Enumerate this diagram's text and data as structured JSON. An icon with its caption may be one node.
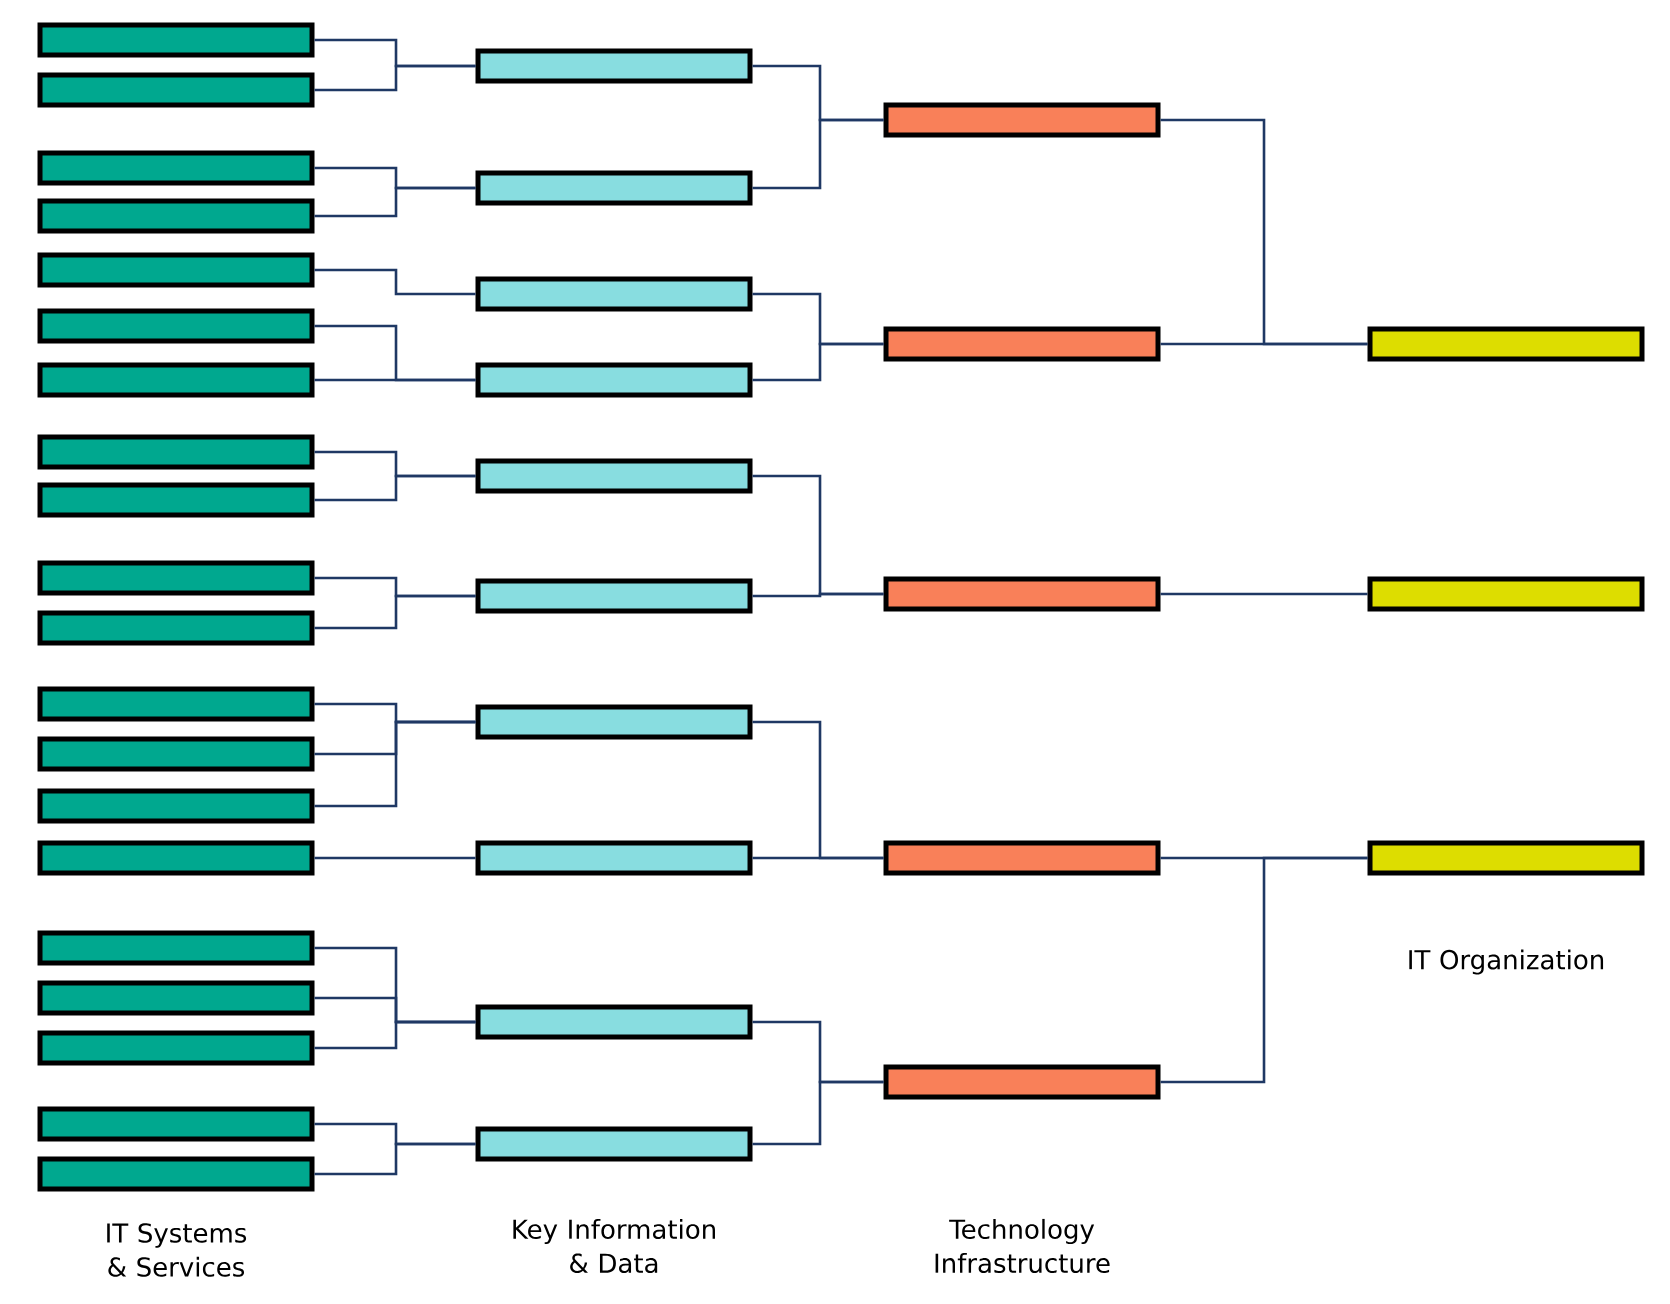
{
  "diagram": {
    "nodes": [
      {
        "text": [],
        "shape": "box"
      },
      {
        "text": [],
        "shape": "box"
      },
      {
        "text": [],
        "shape": "box"
      },
      {
        "text": [],
        "shape": "box"
      },
      {
        "text": [],
        "shape": "box"
      },
      {
        "text": [],
        "shape": "box"
      },
      {
        "text": [],
        "shape": "box"
      },
      {
        "text": [],
        "shape": "box"
      },
      {
        "text": [],
        "shape": "box"
      },
      {
        "text": [],
        "shape": "box"
      },
      {
        "text": [],
        "shape": "box"
      },
      {
        "text": [],
        "shape": "box"
      },
      {
        "text": [],
        "shape": "box"
      },
      {
        "text": [],
        "shape": "box"
      },
      {
        "text": [],
        "shape": "box"
      },
      {
        "text": [],
        "shape": "box"
      },
      {
        "text": [],
        "shape": "box"
      },
      {
        "text": [],
        "shape": "box"
      },
      {
        "text": [],
        "shape": "box"
      },
      {
        "text": [],
        "shape": "box"
      },
      {
        "text": [],
        "shape": "box"
      },
      {
        "text": [],
        "shape": "box"
      },
      {
        "text": [],
        "shape": "box"
      },
      {
        "text": [],
        "shape": "box"
      },
      {
        "text": [],
        "shape": "box"
      },
      {
        "text": [],
        "shape": "box"
      },
      {
        "text": [],
        "shape": "box"
      },
      {
        "text": [],
        "shape": "box"
      },
      {
        "text": [],
        "shape": "box"
      },
      {
        "text": [],
        "shape": "box"
      },
      {
        "text": [],
        "shape": "box"
      },
      {
        "text": [],
        "shape": "box"
      },
      {
        "text": [],
        "shape": "box"
      },
      {
        "text": [],
        "shape": "box"
      },
      {
        "text": [],
        "shape": "box"
      },
      {
        "text": [],
        "shape": "box"
      },
      {
        "text": [],
        "shape": "box"
      },
      {
        "text": [],
        "shape": "box"
      }
    ],
    "edges": [
      {
        "from": 0,
        "to": 20,
        "arrow": "none"
      },
      {
        "from": 1,
        "to": 20,
        "arrow": "none"
      },
      {
        "from": 2,
        "to": 21,
        "arrow": "none"
      },
      {
        "from": 3,
        "to": 21,
        "arrow": "none"
      },
      {
        "from": 4,
        "to": 22,
        "arrow": "none"
      },
      {
        "from": 5,
        "to": 23,
        "arrow": "none"
      },
      {
        "from": 6,
        "to": 23,
        "arrow": "none"
      },
      {
        "from": 7,
        "to": 24,
        "arrow": "none"
      },
      {
        "from": 8,
        "to": 24,
        "arrow": "none"
      },
      {
        "from": 9,
        "to": 25,
        "arrow": "none"
      },
      {
        "from": 10,
        "to": 25,
        "arrow": "none"
      },
      {
        "from": 11,
        "to": 26,
        "arrow": "none"
      },
      {
        "from": 12,
        "to": 26,
        "arrow": "none"
      },
      {
        "from": 13,
        "to": 26,
        "arrow": "none"
      },
      {
        "from": 14,
        "to": 27,
        "arrow": "none"
      },
      {
        "from": 15,
        "to": 28,
        "arrow": "none"
      },
      {
        "from": 16,
        "to": 28,
        "arrow": "none"
      },
      {
        "from": 17,
        "to": 28,
        "arrow": "none"
      },
      {
        "from": 18,
        "to": 29,
        "arrow": "none"
      },
      {
        "from": 19,
        "to": 29,
        "arrow": "none"
      },
      {
        "from": 20,
        "to": 30,
        "arrow": "none"
      },
      {
        "from": 21,
        "to": 30,
        "arrow": "none"
      },
      {
        "from": 22,
        "to": 31,
        "arrow": "none"
      },
      {
        "from": 23,
        "to": 31,
        "arrow": "none"
      },
      {
        "from": 24,
        "to": 32,
        "arrow": "none"
      },
      {
        "from": 25,
        "to": 32,
        "arrow": "none"
      },
      {
        "from": 26,
        "to": 33,
        "arrow": "none"
      },
      {
        "from": 27,
        "to": 33,
        "arrow": "none"
      },
      {
        "from": 28,
        "to": 34,
        "arrow": "none"
      },
      {
        "from": 29,
        "to": 34,
        "arrow": "none"
      },
      {
        "from": 30,
        "to": 35,
        "arrow": "none"
      },
      {
        "from": 31,
        "to": 35,
        "arrow": "none"
      },
      {
        "from": 32,
        "to": 36,
        "arrow": "none"
      },
      {
        "from": 33,
        "to": 37,
        "arrow": "none"
      },
      {
        "from": 34,
        "to": 37,
        "arrow": "none"
      }
    ],
    "labels": [
      "IT Systems & Services",
      "Key Information & Data",
      "Technology Infrastructure",
      "IT Organization"
    ]
  }
}
